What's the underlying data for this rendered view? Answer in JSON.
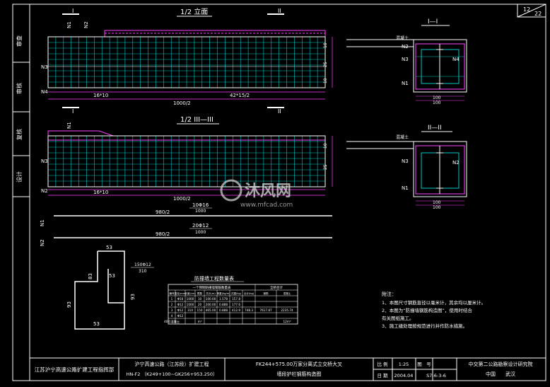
{
  "sheet": {
    "num": "12",
    "total": "22"
  },
  "side_labels": [
    "审查",
    "审核",
    "复核",
    "设计"
  ],
  "elevation1": {
    "title": "1/2 立面",
    "section_marks": [
      "I",
      "II"
    ],
    "labels": [
      "N1",
      "N2",
      "N3",
      "N4"
    ],
    "dims": [
      "16*10",
      "42*15/2",
      "1000/2",
      "10",
      "25",
      "10"
    ],
    "side_dim": "1000/2"
  },
  "elevation2": {
    "title": "1/2 III—III",
    "labels": [
      "N1",
      "N2",
      "N3"
    ],
    "dims": [
      "16*10",
      "1000/2",
      "10",
      "25"
    ]
  },
  "section_I": {
    "title": "I—I",
    "labels": [
      "N2",
      "N3",
      "N1",
      "N4"
    ],
    "top_label": "混凝土",
    "dims": [
      "100",
      "100"
    ]
  },
  "section_II": {
    "title": "II—II",
    "labels": [
      "N3",
      "N1",
      "N2"
    ],
    "top_label": "混凝土",
    "dims": [
      "100",
      "100"
    ]
  },
  "rebars": [
    {
      "id": "N1",
      "length": "980/2",
      "spec": "10Φ16",
      "sub": "1000"
    },
    {
      "id": "N2",
      "length": "980/2",
      "spec": "20Φ12",
      "sub": "1000"
    }
  ],
  "rebar_small": {
    "spec": "150Φ12",
    "sub": "310"
  },
  "bent_bar": {
    "dims": [
      "53",
      "83",
      "53",
      "93",
      "53",
      "93"
    ]
  },
  "table": {
    "title": "防撞墙工程数量表",
    "header_group": "一个预制防撞墙钢筋数量表",
    "total_header": "全桥合计",
    "columns": [
      "编号",
      "直径(mm)",
      "长度(cm)",
      "根数",
      "共长(m)",
      "单重(kg/m)",
      "共重(kg)",
      "合计(kg)",
      "钢筋",
      "混凝土"
    ],
    "rows": [
      [
        "1",
        "Φ16",
        "1000",
        "10",
        "100.00",
        "1.578",
        "157.8",
        "",
        "",
        ""
      ],
      [
        "2",
        "Φ12",
        "1000",
        "20",
        "200.00",
        "0.888",
        "177.6",
        "",
        "",
        ""
      ],
      [
        "3",
        "Φ12",
        "310",
        "150",
        "465.00",
        "0.888",
        "412.9",
        "748.3",
        "7617.87",
        "2235.74"
      ],
      [
        "4",
        "Φ12",
        "",
        "",
        "",
        "",
        "",
        "",
        "",
        ""
      ],
      [
        "40号混凝土",
        "",
        "",
        "m³",
        "",
        "",
        "",
        "",
        "",
        "12m³"
      ]
    ]
  },
  "notes": {
    "heading": "附注：",
    "items": [
      "1、本图尺寸钢筋直径以毫米计，其余均以厘米计。",
      "2、本图为“防撞墙钢筋构造图”，使用时结合",
      "   有关图纸施工。",
      "3、施工缝处理按规范进行并作防水措施。"
    ]
  },
  "title_block": {
    "company": "江苏沪宁高速公路扩建工程指挥部",
    "project_line1": "沪宁高速公路（江苏段）扩建工程",
    "project_line2": "HN-F2 （K249+100~GK256+953.250）",
    "drawing_line1": "FK244+575.00万家分离式立交桥大叉",
    "drawing_line2": "墙段护栏钢筋构造图",
    "scale_label": "比 例",
    "scale_value": "1:25",
    "figno_label": "图　号",
    "date_label": "日 期",
    "date_value": "2004.04",
    "figno_value": "S7-6-3-6",
    "designer_line1": "中交第二公路勘察设计研究院",
    "designer_line2": "中国　　武汉"
  },
  "watermark": {
    "text_cn": "沐风网",
    "text_en": "www.mfcad.com"
  },
  "colors": {
    "background": "#000000",
    "frame": "#ffffff",
    "mesh": "#00c8c8",
    "dims": "#ff40ff",
    "sections": "#ffffff"
  }
}
